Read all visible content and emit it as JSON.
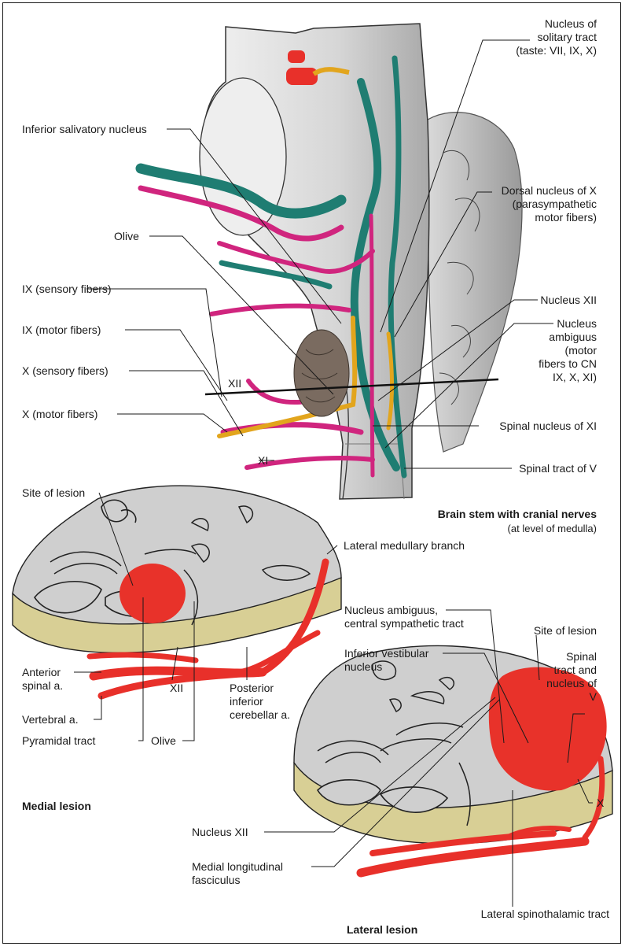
{
  "colors": {
    "tissue": "#c9c9c9",
    "tissue_light": "#e7e7e7",
    "cut_face": "#cfcfcf",
    "rim": "#d8cf95",
    "artery": "#e8302a",
    "lesion": "#e8322a",
    "motor_fiber": "#d0257e",
    "sensory_fiber": "#1f7d72",
    "autonomic_fiber": "#e2a51d",
    "olive": "#7a6b60",
    "outline": "#1a1a1a"
  },
  "brainstem": {
    "title": "Brain stem with cranial nerves",
    "subtitle": "(at level of medulla)",
    "labels": {
      "solitary": [
        "Nucleus of",
        "solitary tract",
        "(taste: VII, IX, X)"
      ],
      "inferior_salivatory": "Inferior salivatory nucleus",
      "dorsal_x": [
        "Dorsal nucleus of X",
        "(parasympathetic",
        "motor fibers)"
      ],
      "olive": "Olive",
      "ix_sensory": "IX (sensory fibers)",
      "ix_motor": "IX (motor fibers)",
      "nucleus_xii": "Nucleus XII",
      "ambiguus": [
        "Nucleus",
        "ambiguus",
        "(motor",
        "fibers to CN",
        "IX, X, XI)"
      ],
      "x_sensory": "X (sensory fibers)",
      "xii": "XII",
      "x_motor": "X (motor fibers)",
      "spinal_xi": "Spinal nucleus of XI",
      "xi": "XI",
      "spinal_tract_v": "Spinal tract of V"
    }
  },
  "medial_section": {
    "caption": "Medial lesion",
    "labels": {
      "site": "Site of lesion",
      "lateral_branch": "Lateral medullary branch",
      "anterior_spinal": [
        "Anterior",
        "spinal a."
      ],
      "xii": "XII",
      "pica": [
        "Posterior",
        "inferior",
        "cerebellar a."
      ],
      "vertebral": "Vertebral a.",
      "pyramidal": "Pyramidal tract",
      "olive": "Olive"
    }
  },
  "lateral_section": {
    "caption": "Lateral lesion",
    "labels": {
      "ambiguus": [
        "Nucleus ambiguus,",
        "central sympathetic tract"
      ],
      "site": "Site of lesion",
      "inferior_vestibular": [
        "Inferior vestibular",
        "nucleus"
      ],
      "spinal_v": [
        "Spinal",
        "tract and",
        "nucleus of",
        "V"
      ],
      "x": "X",
      "nucleus_xii": "Nucleus XII",
      "mlf": [
        "Medial longitudinal",
        "fasciculus"
      ],
      "spinothalamic": "Lateral spinothalamic tract"
    }
  }
}
